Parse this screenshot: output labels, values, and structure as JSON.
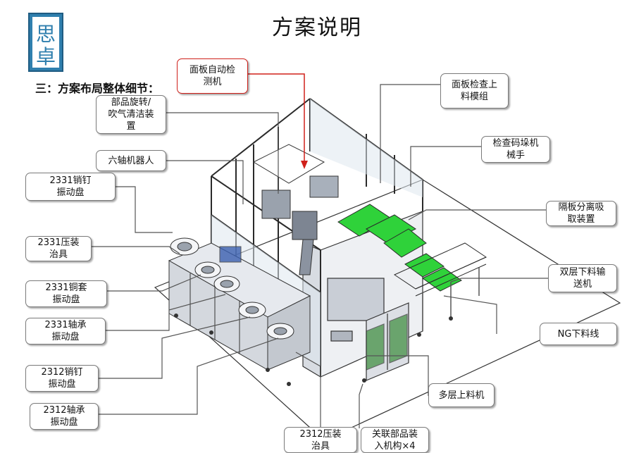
{
  "header": {
    "title": "方案说明"
  },
  "section_heading": "三：方案布局整体细节：",
  "logo": {
    "name": "company-logo",
    "text": "思卓"
  },
  "colors": {
    "accent_red": "#d0201a",
    "tray_green": "#2fd23a",
    "frame": "#3a3a3a",
    "leader": "#555555"
  },
  "callouts": [
    {
      "id": "panel-auto-inspector",
      "text": "面板自动检\n测机"
    },
    {
      "id": "part-rotate-blow-clean",
      "text": "部品旋转/\n吹气清洁装\n置"
    },
    {
      "id": "six-axis-robot",
      "text": "六轴机器人"
    },
    {
      "id": "pin-2331-bowl",
      "text": "2331销钉\n振动盘"
    },
    {
      "id": "press-fixture-2331",
      "text": "2331压装\n治具"
    },
    {
      "id": "copper-sleeve-2331-bowl",
      "text": "2331铜套\n振动盘"
    },
    {
      "id": "bearing-2331-bowl",
      "text": "2331轴承\n振动盘"
    },
    {
      "id": "pin-2312-bowl",
      "text": "2312销钉\n振动盘"
    },
    {
      "id": "bearing-2312-bowl",
      "text": "2312轴承\n振动盘"
    },
    {
      "id": "press-fixture-2312",
      "text": "2312压装\n治具"
    },
    {
      "id": "related-parts-loader",
      "text": "关联部品装\n入机构×4"
    },
    {
      "id": "multi-layer-loader",
      "text": "多层上料机"
    },
    {
      "id": "ng-unload-line",
      "text": "NG下料线"
    },
    {
      "id": "double-unload-conveyor",
      "text": "双层下料输\n送机"
    },
    {
      "id": "partition-separator",
      "text": "隔板分离吸\n取装置"
    },
    {
      "id": "stacking-manipulator",
      "text": "检查码垛机\n械手"
    },
    {
      "id": "panel-check-loading",
      "text": "面板检查上\n料模组"
    }
  ]
}
